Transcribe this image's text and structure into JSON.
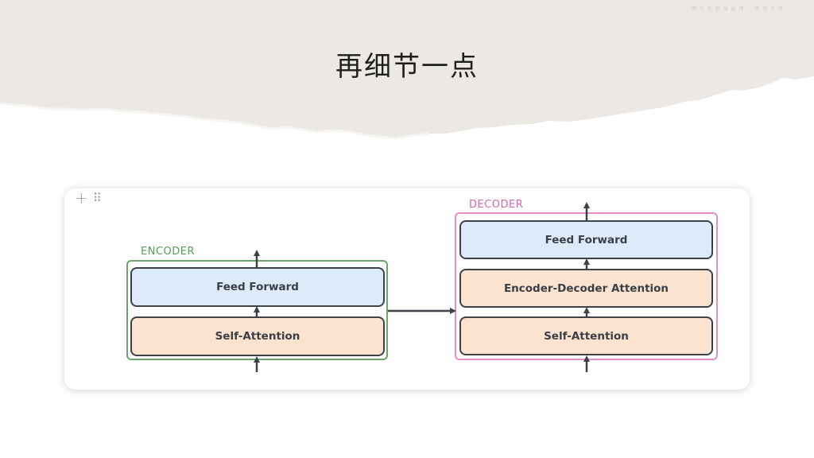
{
  "slide": {
    "title": "再细节一点",
    "corner_text": "图 片 无 遮 挡 处 理 ， 请 勿 外 传"
  },
  "card_tools": {
    "plus": "+",
    "grip": "⠿"
  },
  "encoder": {
    "label": "ENCODER",
    "feed_forward": "Feed Forward",
    "self_attention": "Self-Attention"
  },
  "decoder": {
    "label": "DECODER",
    "feed_forward": "Feed Forward",
    "enc_dec_attention": "Encoder-Decoder Attention",
    "self_attention": "Self-Attention"
  },
  "colors": {
    "encoder_border": "#6aa56a",
    "decoder_border": "#e48ec8",
    "block_blue": "#ddeaf9",
    "block_peach": "#fbe3cf",
    "header_bg": "#ece9e5"
  }
}
